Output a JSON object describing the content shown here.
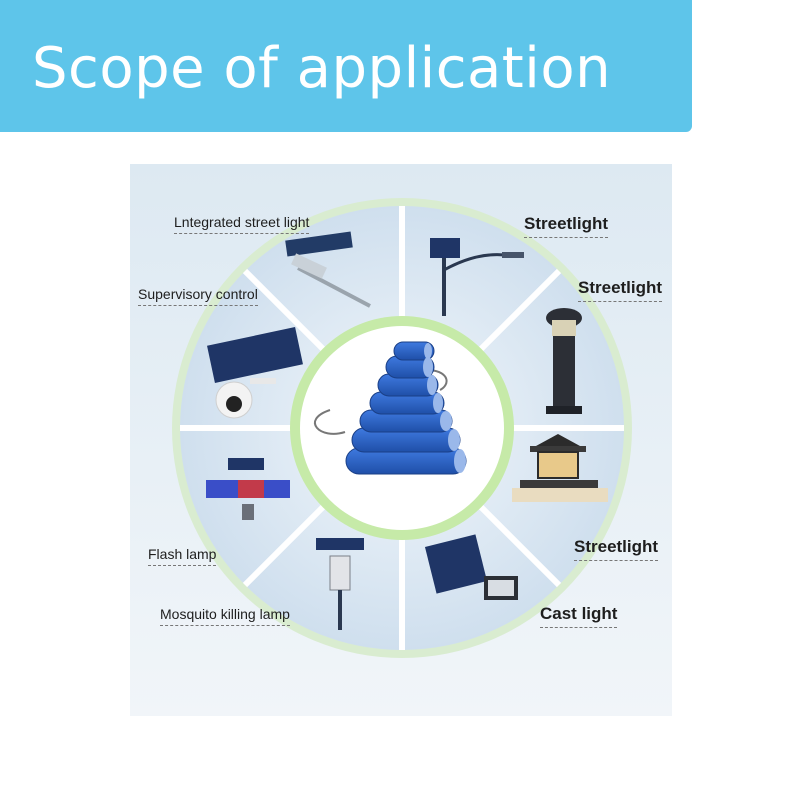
{
  "header": {
    "title": "Scope of application"
  },
  "center": {
    "image": "battery-pack-stack-icon",
    "color": "#2f63c4"
  },
  "segments": [
    {
      "label": "Lntegrated street light",
      "icon": "solar-street-light-icon"
    },
    {
      "label": "Streetlight",
      "icon": "solar-pole-lamp-icon"
    },
    {
      "label": "Streetlight",
      "icon": "garden-bollard-lamp-icon"
    },
    {
      "label": "Supervisory control",
      "icon": "solar-security-camera-icon"
    },
    {
      "label": "Streetlight",
      "icon": "pillar-lantern-icon"
    },
    {
      "label": "Flash lamp",
      "icon": "solar-warning-flash-lamp-icon"
    },
    {
      "label": "Mosquito killing lamp",
      "icon": "mosquito-killer-lamp-icon"
    },
    {
      "label": "Cast light",
      "icon": "solar-flood-light-icon"
    }
  ],
  "colors": {
    "header_bg": "#5ec5ea",
    "ring": "#bfe8a0",
    "divider": "#ffffff"
  }
}
